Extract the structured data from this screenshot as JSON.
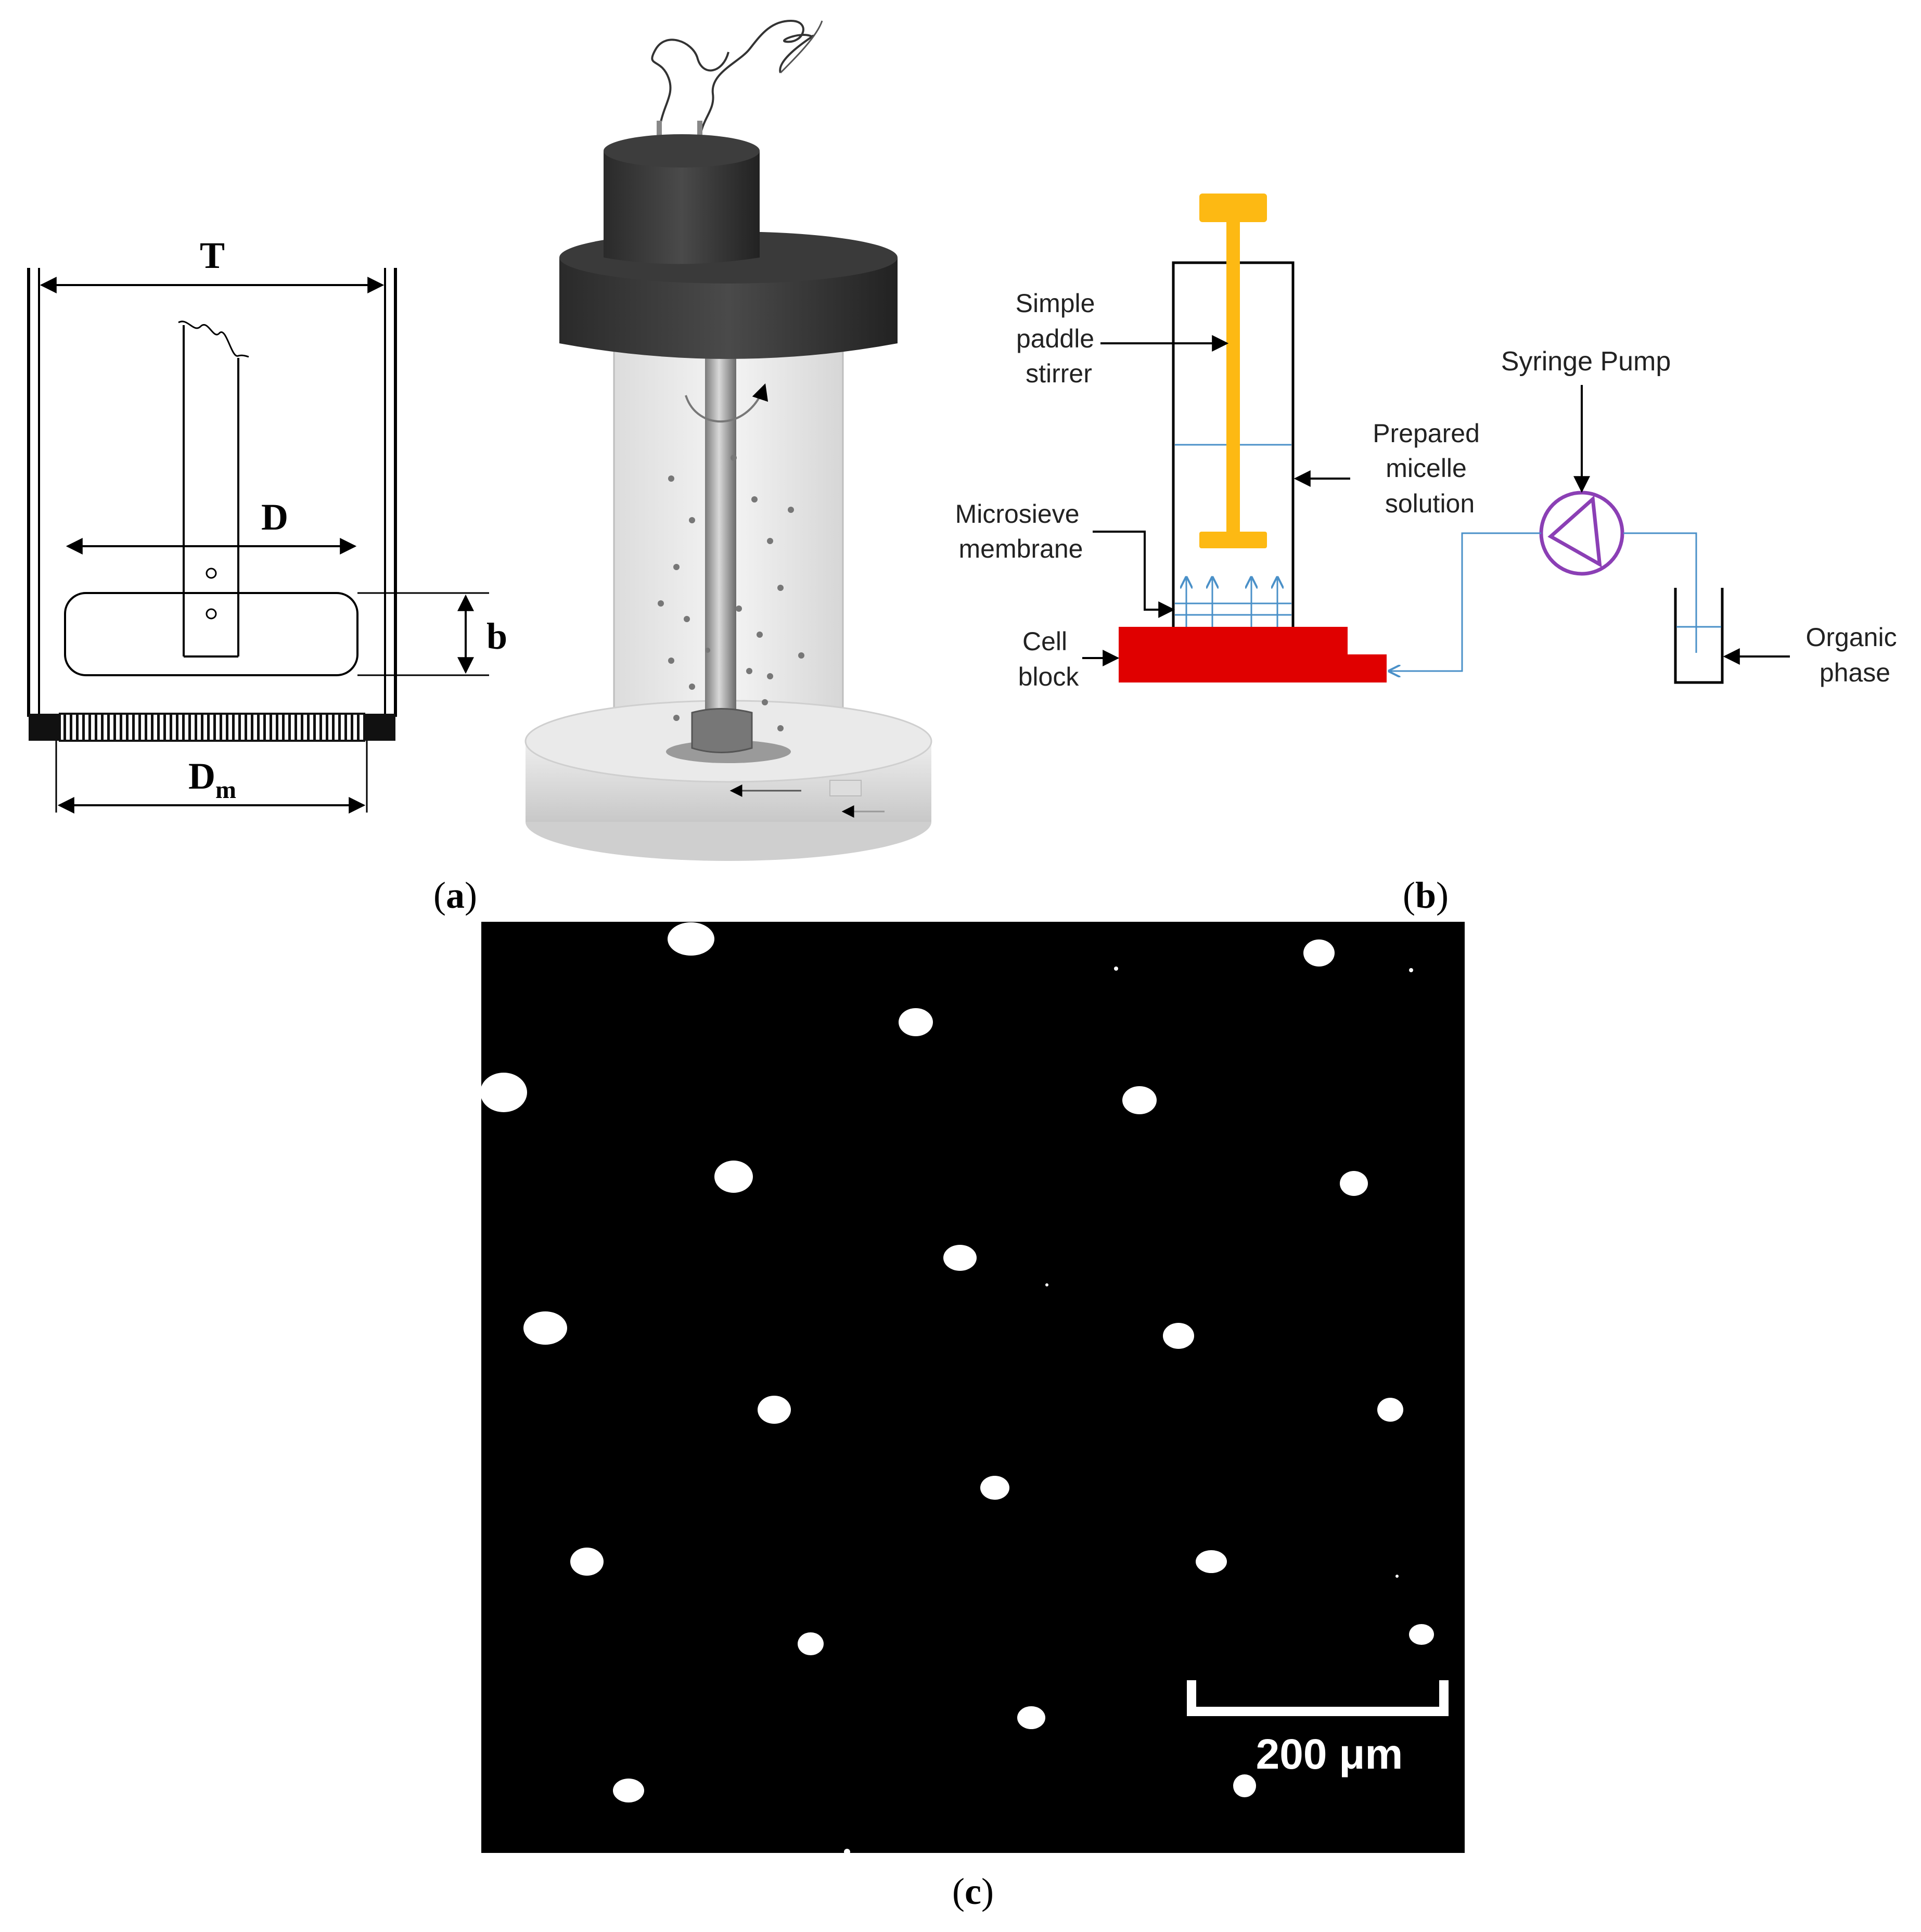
{
  "panel_a": {
    "caption": "(a)",
    "caption_letter": "a",
    "labels": {
      "T": "T",
      "D": "D",
      "b": "b",
      "Dm_main": "D",
      "Dm_sub": "m"
    }
  },
  "panel_b": {
    "caption": "(b)",
    "caption_letter": "b",
    "labels": {
      "stirrer": [
        "Simple",
        "paddle",
        "stirrer"
      ],
      "micelle": [
        "Prepared",
        "micelle",
        "solution"
      ],
      "membrane": [
        "Microsieve",
        "membrane"
      ],
      "cell_block": [
        "Cell",
        "block"
      ],
      "syringe_pump": "Syringe Pump",
      "organic_phase": [
        "Organic",
        "phase"
      ]
    },
    "colors": {
      "stirrer": "#FDB913",
      "cell_block": "#E00000",
      "pump": "#8B3FB5",
      "flow": "#4A90C8"
    }
  },
  "panel_c": {
    "caption": "(c)",
    "caption_letter": "c",
    "scale_bar_label": "200 μm"
  }
}
